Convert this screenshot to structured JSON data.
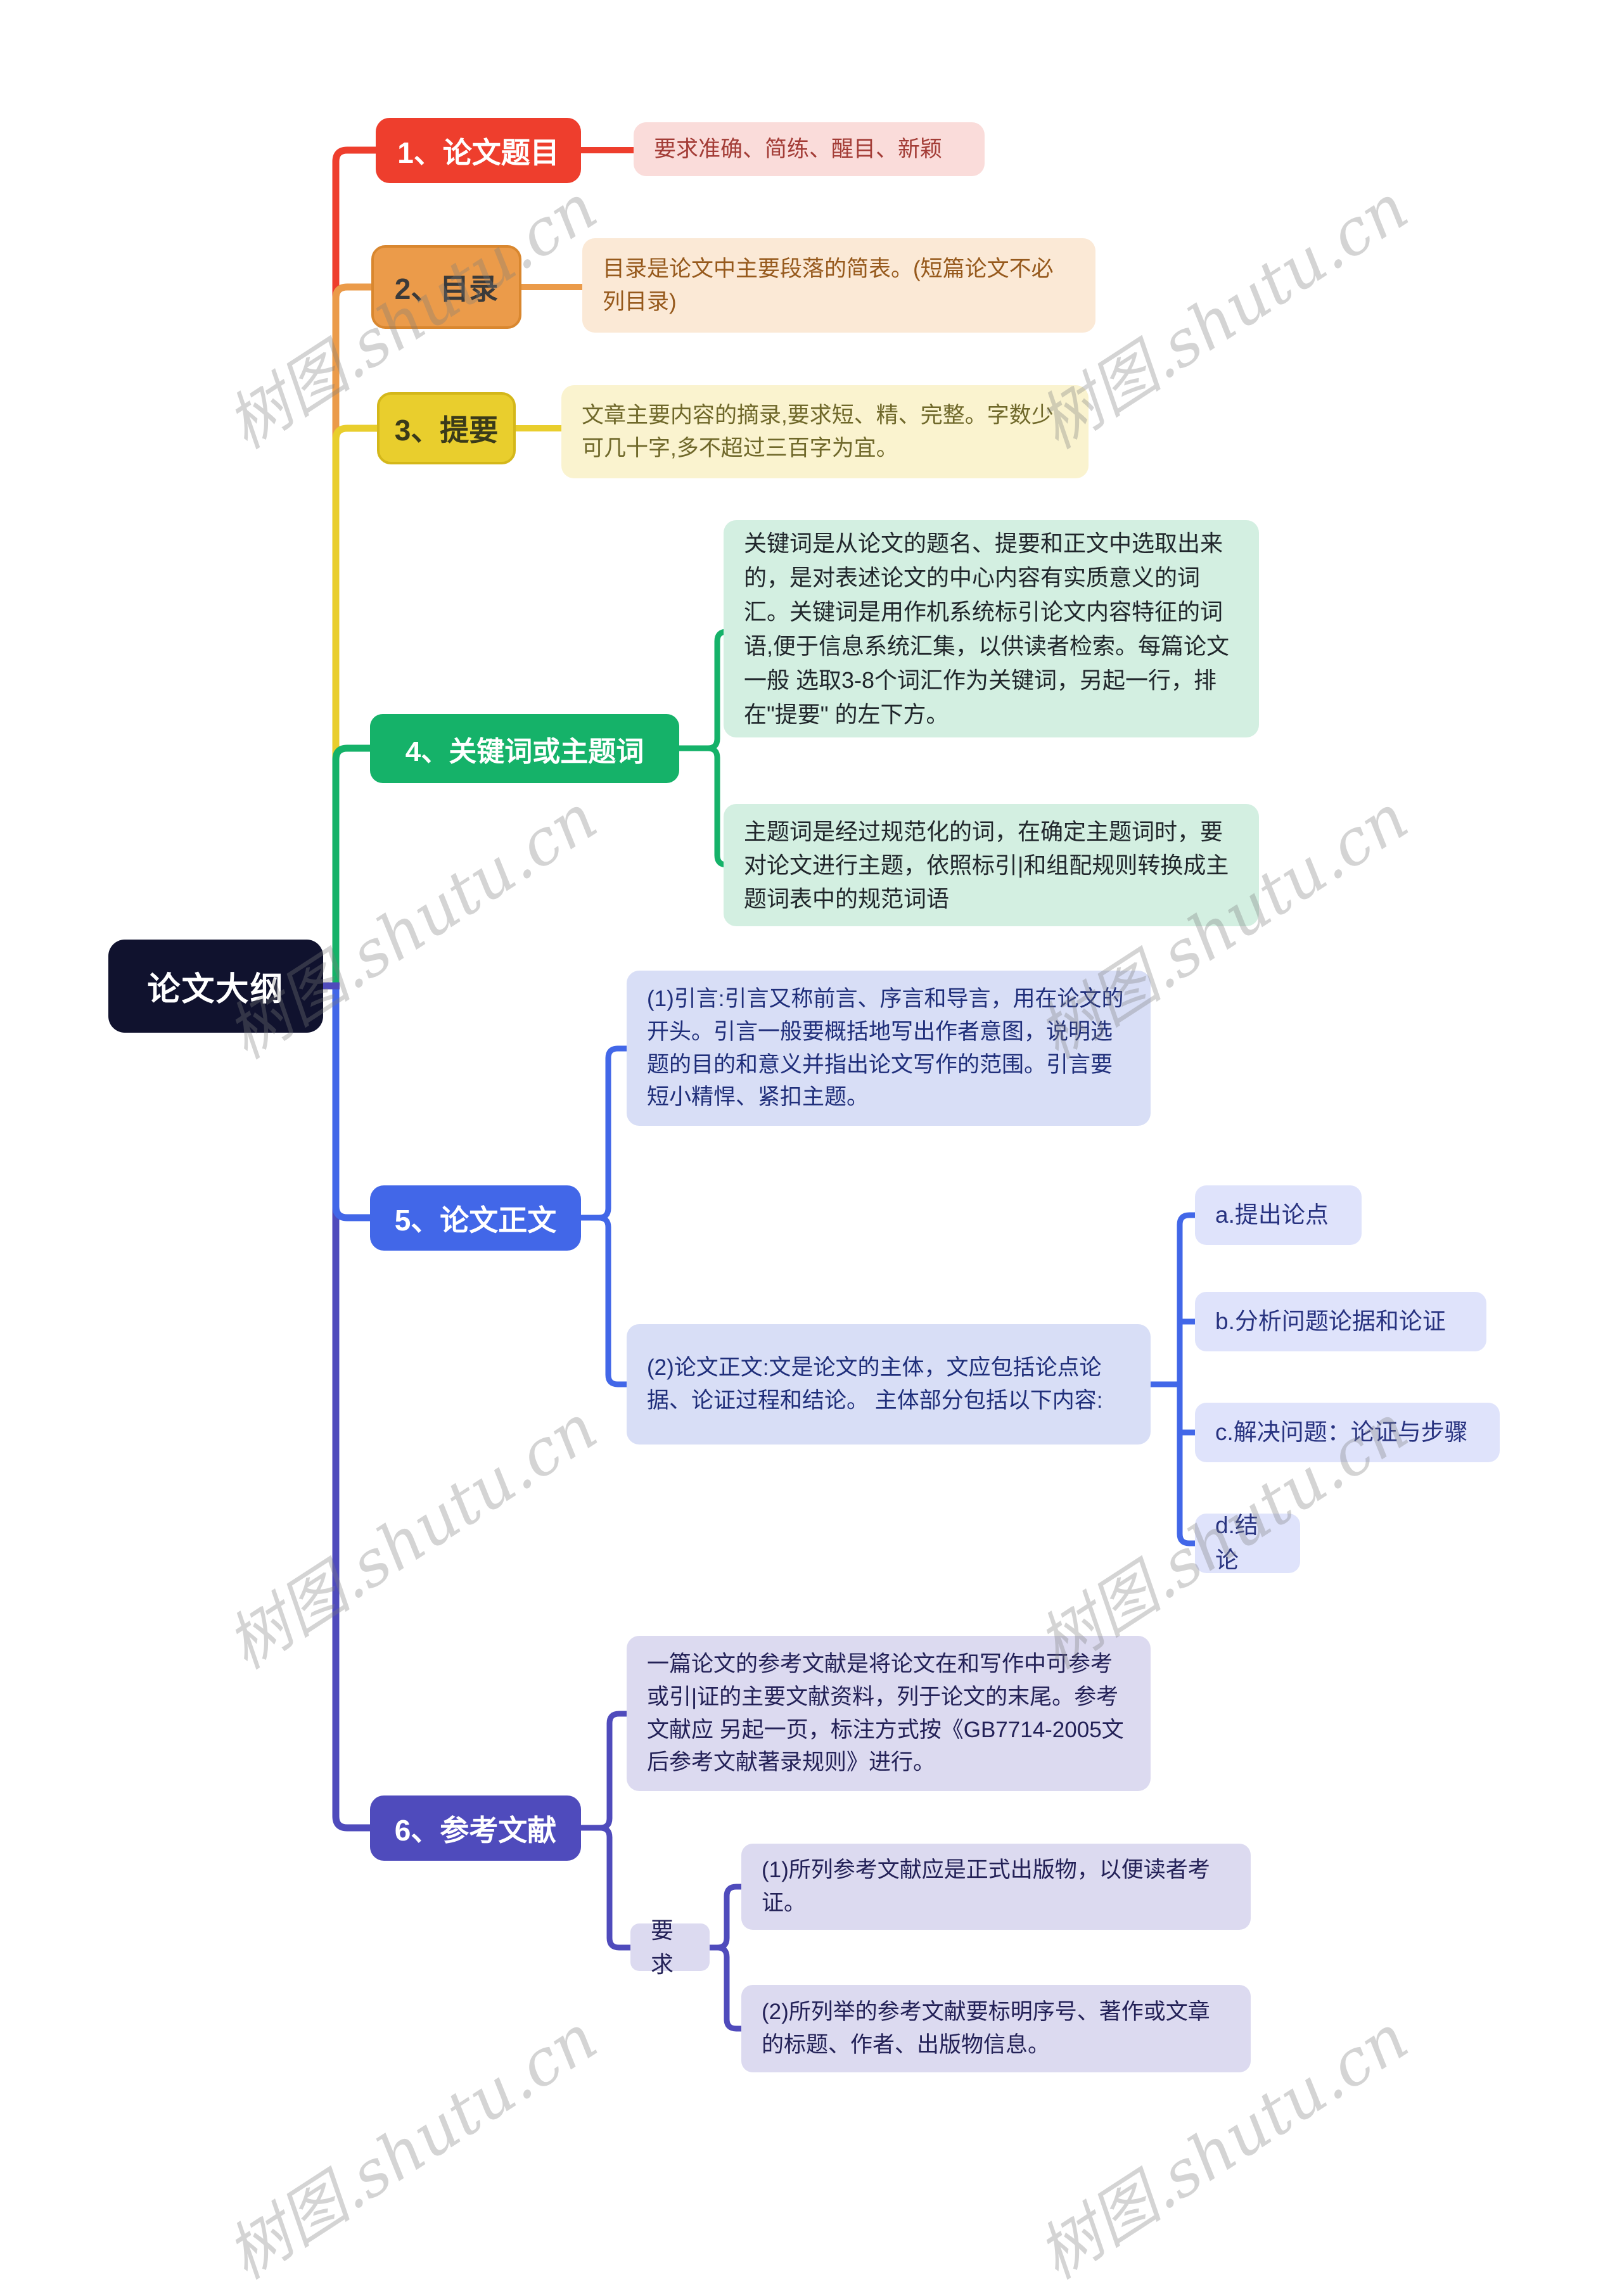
{
  "watermark": {
    "text": "树图.shutu.cn"
  },
  "root": {
    "label": "论文大纲",
    "bg": "#10122e"
  },
  "branches": [
    {
      "label": "1、论文题目",
      "color": "#ee3e2d",
      "note": {
        "text": "要求准确、简练、醒目、新颖",
        "bg": "#fadcda",
        "fg": "#a33c36"
      }
    },
    {
      "label": "2、目录",
      "color": "#eb9b4a",
      "note": {
        "text": "目录是论文中主要段落的简表。(短篇论文不必列目录)",
        "bg": "#fbe9d6",
        "fg": "#96591c"
      }
    },
    {
      "label": "3、提要",
      "color": "#e9ce2d",
      "note": {
        "text": "文章主要内容的摘录,要求短、精、完整。字数少可几十字,多不超过三百字为宜。",
        "bg": "#faf3cf",
        "fg": "#6f682a"
      }
    },
    {
      "label": "4、关键词或主题词",
      "color": "#15b269",
      "notes": [
        {
          "text": "关键词是从论文的题名、提要和正文中选取出来的，是对表述论文的中心内容有实质意义的词汇。关键词是用作机系统标引论文内容特征的词语,便于信息系统汇集，以供读者检索。每篇论文一般 选取3-8个词汇作为关键词，另起一行，排在\"提要\"  的左下方。",
          "bg": "#d3efe1"
        },
        {
          "text": "主题词是经过规范化的词，在确定主题词时，要对论文进行主题，依照标引|和组配规则转换成主题词表中的规范词语",
          "bg": "#d3efe1"
        }
      ]
    },
    {
      "label": "5、论文正文",
      "color": "#4267e8",
      "notes": [
        {
          "text": "(1)引言:引言又称前言、序言和导言，用在论文的开头。引言一般要概括地写出作者意图，说明选题的目的和意义并指出论文写作的范围。引言要短小精悍、紧扣主题。",
          "bg": "#d8def6"
        },
        {
          "text": "(2)论文正文:文是论文的主体，文应包括论点论据、论证过程和结论。 主体部分包括以下内容:",
          "bg": "#d8def6"
        }
      ],
      "children": [
        {
          "label": "a.提出论点"
        },
        {
          "label": "b.分析问题论据和论证"
        },
        {
          "label": "c.解决问题：论证与步骤"
        },
        {
          "label": "d.结论"
        }
      ]
    },
    {
      "label": "6、参考文献",
      "color": "#4f4bbc",
      "note": {
        "text": "一篇论文的参考文献是将论文在和写作中可参考或引|证的主要文献资料，列于论文的末尾。参考文献应 另起一页，标注方式按《GB7714-2005文后参考文献著录规则》进行。",
        "bg": "#dcdaf0"
      },
      "requirement": {
        "label": "要求",
        "items": [
          {
            "text": "(1)所列参考文献应是正式出版物，以便读者考证。"
          },
          {
            "text": "(2)所列举的参考文献要标明序号、著作或文章的标题、作者、出版物信息。"
          }
        ]
      }
    }
  ]
}
